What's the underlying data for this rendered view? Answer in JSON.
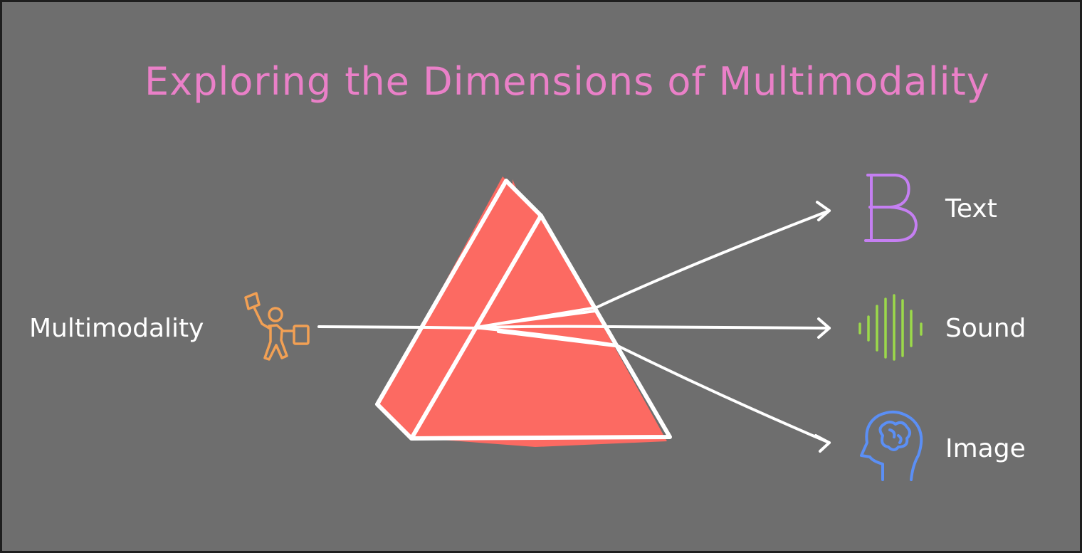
{
  "title": "Exploring the Dimensions of Multimodality",
  "input": {
    "label": "Multimodality",
    "icon": "person-juggling-icon"
  },
  "outputs": [
    {
      "label": "Text",
      "icon": "letter-b-icon",
      "color": "#c57ff2"
    },
    {
      "label": "Sound",
      "icon": "sound-wave-icon",
      "color": "#9bd94a"
    },
    {
      "label": "Image",
      "icon": "head-brain-icon",
      "color": "#5b8ff5"
    }
  ],
  "colors": {
    "background": "#6e6e6e",
    "title": "#ea80c8",
    "prism_fill": "#fc6a62",
    "input_icon": "#f2a054",
    "lines": "#ffffff"
  }
}
